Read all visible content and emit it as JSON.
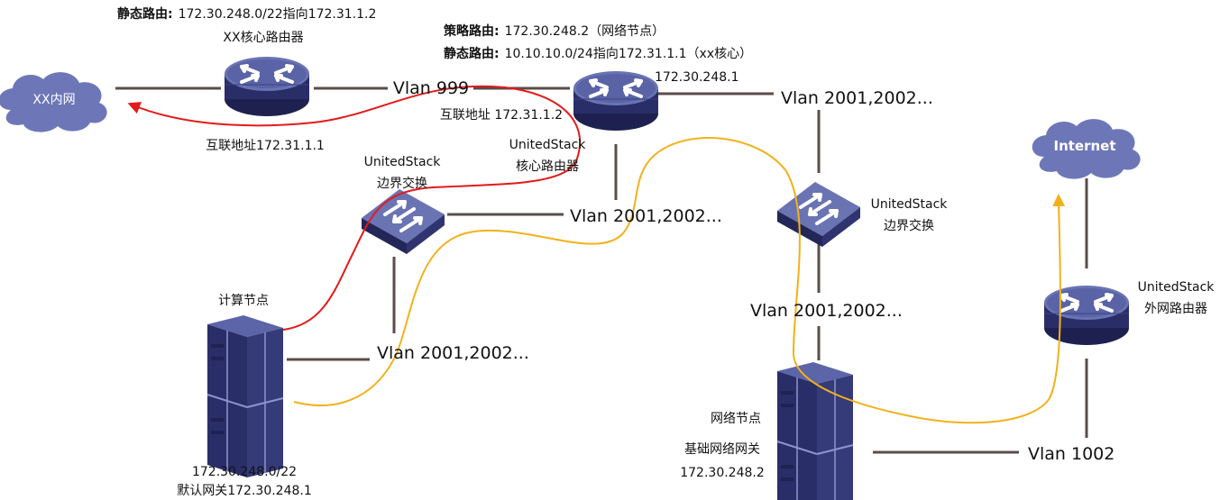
{
  "colors": {
    "link": "#5a4d4a",
    "device_dark": "#2f3370",
    "device_top": "#6a74b3",
    "cloud": "#6d77b8",
    "red_path": "#e41a1a",
    "yellow_path": "#f2b11c"
  },
  "devices": {
    "xx_core_router": {
      "icon": "router-icon",
      "name": "XX核心路由器",
      "interconnect": "互联地址172.31.1.1"
    },
    "us_core_router": {
      "icon": "router-icon",
      "name_line1": "UnitedStack",
      "name_line2": "核心路由器",
      "address": "172.30.248.1",
      "interconnect": "互联地址 172.31.1.2"
    },
    "us_edge_switch_left": {
      "icon": "switch-icon",
      "name_line1": "UnitedStack",
      "name_line2": "边界交换"
    },
    "us_edge_switch_right": {
      "icon": "switch-icon",
      "name_line1": "UnitedStack",
      "name_line2": "边界交换"
    },
    "us_external_router": {
      "icon": "router-icon",
      "name_line1": "UnitedStack",
      "name_line2": "外网路由器"
    },
    "compute_node": {
      "icon": "server-icon",
      "name": "计算节点",
      "subnet": "172.30.248.0/22",
      "gateway": "默认网关172.30.248.1"
    },
    "network_node": {
      "icon": "server-icon",
      "name": "网络节点",
      "gateway_name": "基础网络网关",
      "address": "172.30.248.2"
    }
  },
  "clouds": {
    "xx_intranet": {
      "icon": "cloud-icon",
      "label": "XX内网"
    },
    "internet": {
      "icon": "cloud-icon",
      "label": "Internet"
    }
  },
  "links": {
    "vlan_999": "Vlan 999",
    "vlan_core": "Vlan 2001,2002...",
    "vlan_left_switch": "Vlan 2001,2002...",
    "vlan_right_switch": "Vlan 2001,2002...",
    "vlan_compute": "Vlan 2001,2002...",
    "vlan_1002": "Vlan 1002"
  },
  "routes": {
    "xx_static": {
      "prefix": "静态路由:",
      "value": "172.30.248.0/22指向172.31.1.2"
    },
    "us_policy": {
      "prefix": "策略路由:",
      "value": "172.30.248.2（网络节点）"
    },
    "us_static": {
      "prefix": "静态路由:",
      "value": "10.10.10.0/24指向172.31.1.1（xx核心）"
    }
  }
}
